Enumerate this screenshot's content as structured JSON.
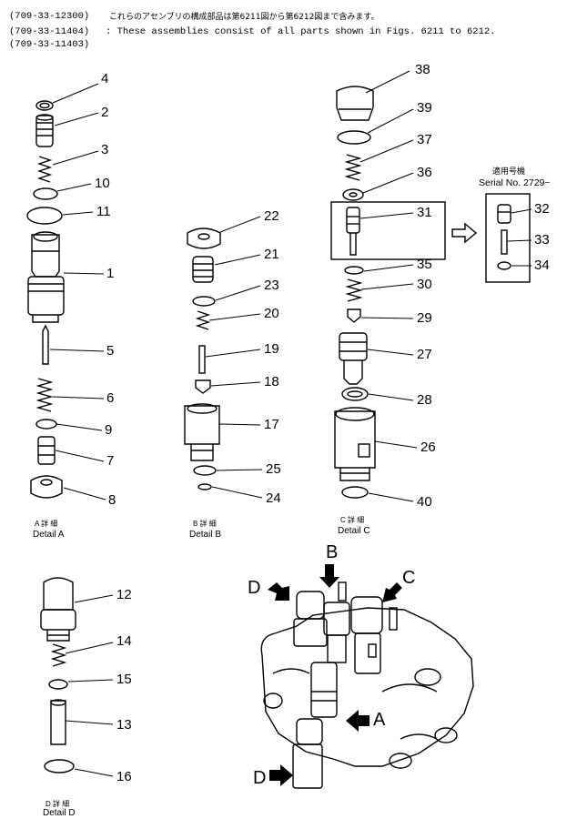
{
  "header": {
    "codes": [
      "(709-33-12300)",
      "(709-33-11404)",
      "(709-33-11403)"
    ],
    "note_jp": "これらのアセンブリの構成部品は第6211図から第6212図まで含みます。",
    "note_en": ": These assemblies consist of all parts shown in Figs. 6211 to 6212."
  },
  "serial": {
    "jp": "適用号機",
    "en": "Serial No. 2729~"
  },
  "details": {
    "a": {
      "jp": "A 詳 細",
      "en": "Detail A"
    },
    "b": {
      "jp": "B 詳 細",
      "en": "Detail B"
    },
    "c": {
      "jp": "C 詳 細",
      "en": "Detail C"
    },
    "d": {
      "jp": "D 詳 細",
      "en": "Detail D"
    }
  },
  "callouts": {
    "p1": "1",
    "p2": "2",
    "p3": "3",
    "p4": "4",
    "p5": "5",
    "p6": "6",
    "p7": "7",
    "p8": "8",
    "p9": "9",
    "p10": "10",
    "p11": "11",
    "p12": "12",
    "p13": "13",
    "p14": "14",
    "p15": "15",
    "p16": "16",
    "p17": "17",
    "p18": "18",
    "p19": "19",
    "p20": "20",
    "p21": "21",
    "p22": "22",
    "p23": "23",
    "p24": "24",
    "p25": "25",
    "p26": "26",
    "p27": "27",
    "p28": "28",
    "p29": "29",
    "p30": "30",
    "p31": "31",
    "p32": "32",
    "p33": "33",
    "p34": "34",
    "p35": "35",
    "p36": "36",
    "p37": "37",
    "p38": "38",
    "p39": "39",
    "p40": "40"
  },
  "view_labels": {
    "a": "A",
    "b": "B",
    "c": "C",
    "d_top": "D",
    "d_bottom": "D"
  }
}
